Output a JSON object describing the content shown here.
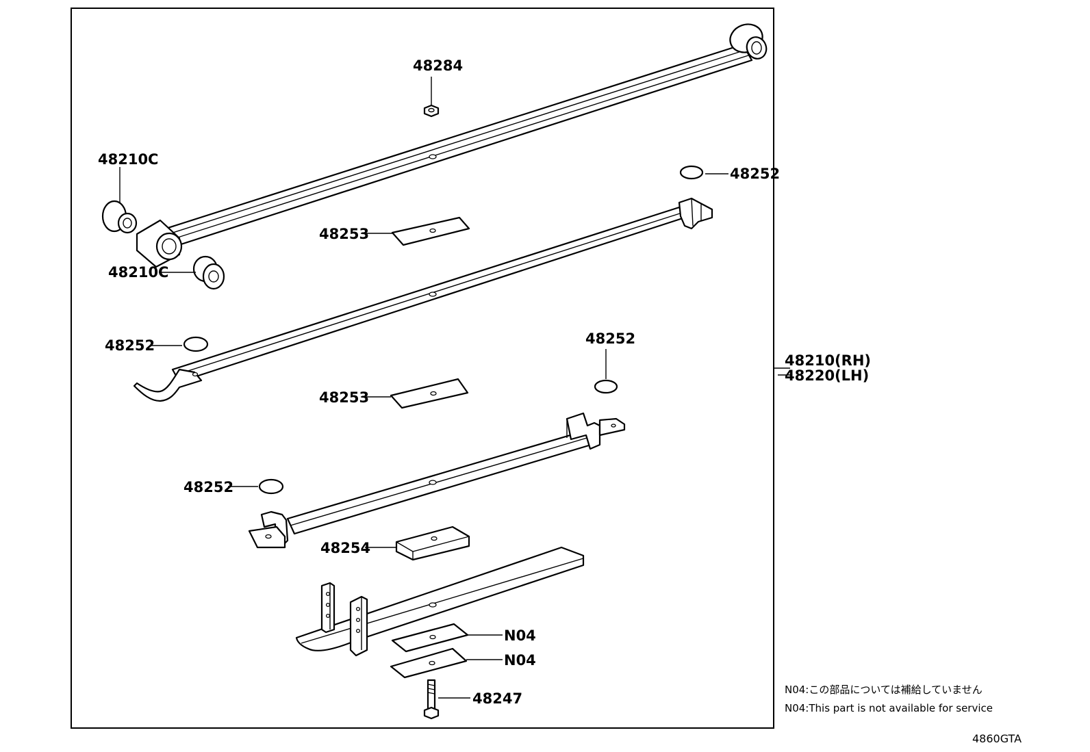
{
  "labels": {
    "p48284": "48284",
    "p48210c_a": "48210C",
    "p48210c_b": "48210C",
    "p48252_a": "48252",
    "p48252_b": "48252",
    "p48252_c": "48252",
    "p48252_d": "48252",
    "p48253_a": "48253",
    "p48253_b": "48253",
    "p48254": "48254",
    "n04_a": "N04",
    "n04_b": "N04",
    "p48247": "48247",
    "assy_rh": "48210(RH)",
    "assy_lh": "48220(LH)"
  },
  "notes": {
    "jp": "N04:この部品については補給していません",
    "en": "N04:This part is not available for service"
  },
  "diagram_code": "4860GTA"
}
